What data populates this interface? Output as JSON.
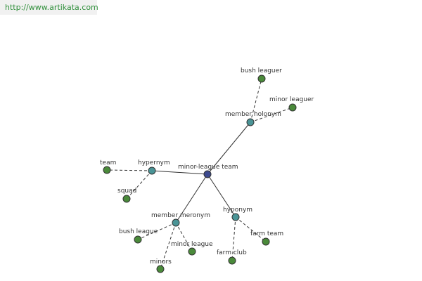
{
  "header": {
    "url": "http://www.artikata.com"
  },
  "colors": {
    "center": "#3d4a8f",
    "relation": "#4a9496",
    "leaf": "#4a8a3a",
    "edge": "#333333",
    "url_text": "#2f8f3a",
    "url_bg": "#f1f1f1"
  },
  "graph": {
    "nodes": [
      {
        "id": "center",
        "label": "minor-league team",
        "kind": "center"
      },
      {
        "id": "holonym",
        "label": "member holonym",
        "kind": "relation"
      },
      {
        "id": "hypernym",
        "label": "hypernym",
        "kind": "relation"
      },
      {
        "id": "meronym",
        "label": "member meronym",
        "kind": "relation"
      },
      {
        "id": "hyponym",
        "label": "hyponym",
        "kind": "relation"
      },
      {
        "id": "bushleaguer",
        "label": "bush leaguer",
        "kind": "leaf"
      },
      {
        "id": "minorleaguer",
        "label": "minor leaguer",
        "kind": "leaf"
      },
      {
        "id": "team",
        "label": "team",
        "kind": "leaf"
      },
      {
        "id": "squad",
        "label": "squad",
        "kind": "leaf"
      },
      {
        "id": "bushleague",
        "label": "bush league",
        "kind": "leaf"
      },
      {
        "id": "minorleague",
        "label": "minor league",
        "kind": "leaf"
      },
      {
        "id": "minors",
        "label": "minors",
        "kind": "leaf"
      },
      {
        "id": "farmteam",
        "label": "farm team",
        "kind": "leaf"
      },
      {
        "id": "farmclub",
        "label": "farm club",
        "kind": "leaf"
      }
    ],
    "edges": [
      {
        "from": "center",
        "to": "holonym",
        "style": "solid"
      },
      {
        "from": "center",
        "to": "hypernym",
        "style": "solid"
      },
      {
        "from": "center",
        "to": "meronym",
        "style": "solid"
      },
      {
        "from": "center",
        "to": "hyponym",
        "style": "solid"
      },
      {
        "from": "holonym",
        "to": "bushleaguer",
        "style": "dashed"
      },
      {
        "from": "holonym",
        "to": "minorleaguer",
        "style": "dashed"
      },
      {
        "from": "hypernym",
        "to": "team",
        "style": "dashed"
      },
      {
        "from": "hypernym",
        "to": "squad",
        "style": "dashed"
      },
      {
        "from": "meronym",
        "to": "bushleague",
        "style": "dashed"
      },
      {
        "from": "meronym",
        "to": "minorleague",
        "style": "dashed"
      },
      {
        "from": "meronym",
        "to": "minors",
        "style": "dashed"
      },
      {
        "from": "hyponym",
        "to": "farmteam",
        "style": "dashed"
      },
      {
        "from": "hyponym",
        "to": "farmclub",
        "style": "dashed"
      }
    ]
  }
}
